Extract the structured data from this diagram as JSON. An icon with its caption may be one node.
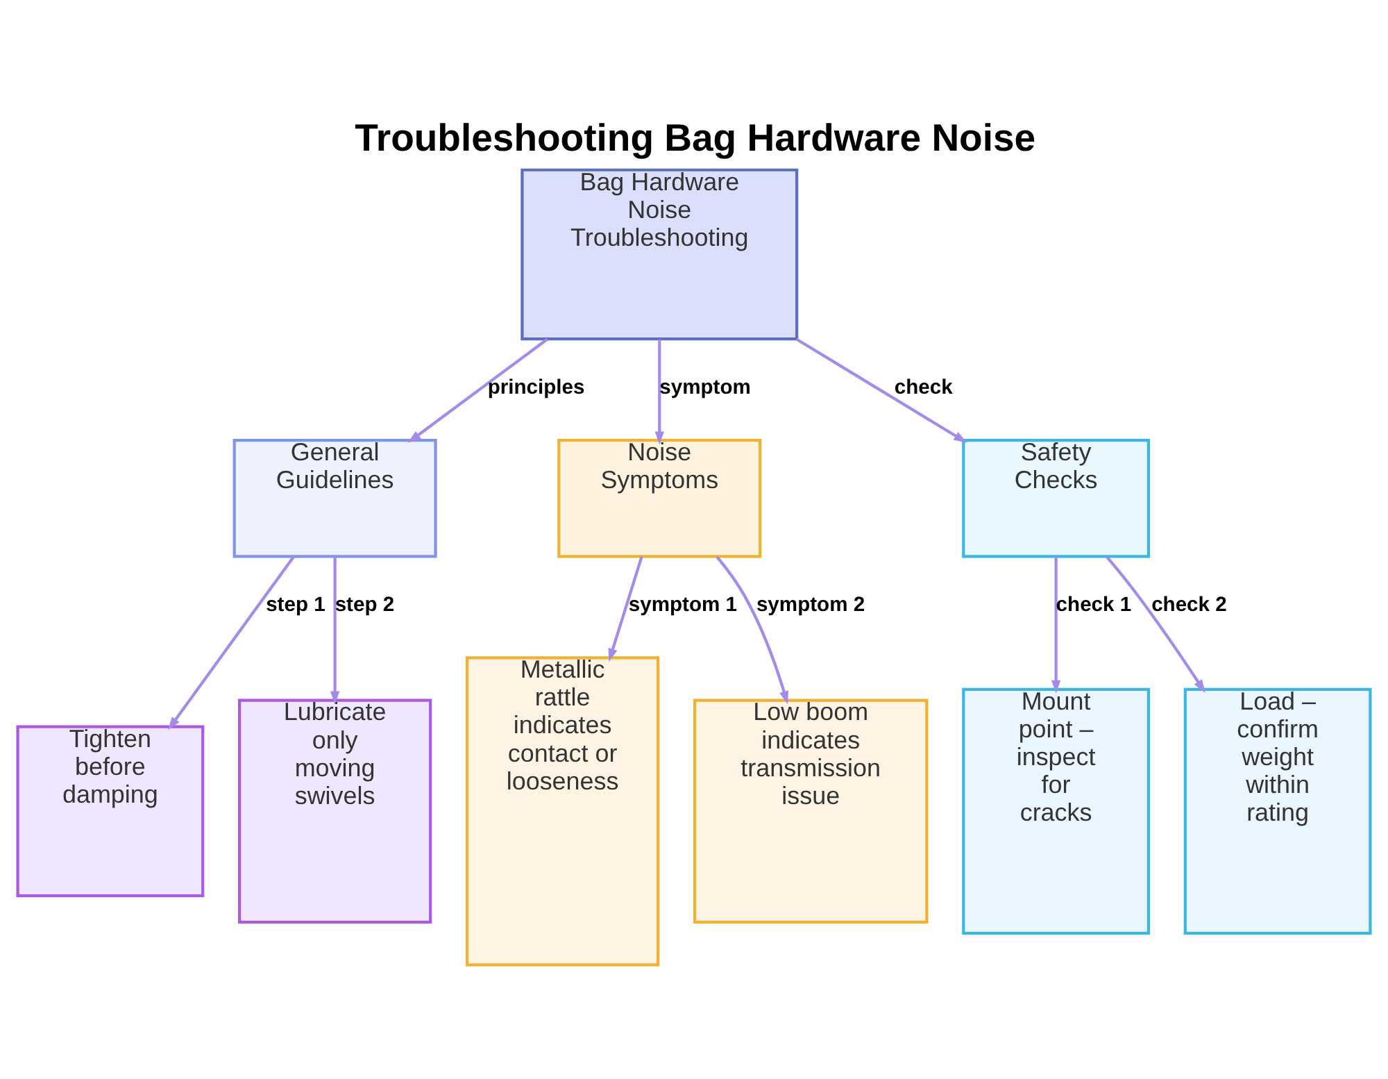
{
  "diagram": {
    "title": "Troubleshooting Bag Hardware Noise",
    "nodes": [
      {
        "text": [
          "Bag Hardware Noise Troubleshooting"
        ]
      },
      {
        "text": [
          "General Guidelines"
        ]
      },
      {
        "text": [
          "Noise Symptoms"
        ]
      },
      {
        "text": [
          "Safety Checks"
        ]
      },
      {
        "text": [
          "Tighten before damping"
        ]
      },
      {
        "text": [
          "Lubricate only moving swivels"
        ]
      },
      {
        "text": [
          "Metallic rattle indicates contact or looseness"
        ]
      },
      {
        "text": [
          "Low boom indicates transmission issue"
        ]
      },
      {
        "text": [
          "Mount point – inspect for cracks"
        ]
      },
      {
        "text": [
          "Load – confirm weight within rating"
        ]
      }
    ],
    "edges": [
      {
        "from": 0,
        "to": 1,
        "arrow": "to",
        "label": "principles"
      },
      {
        "from": 0,
        "to": 2,
        "arrow": "to",
        "label": "symptom"
      },
      {
        "from": 0,
        "to": 3,
        "arrow": "to",
        "label": "check"
      },
      {
        "from": 1,
        "to": 4,
        "arrow": "to",
        "label": "step 1"
      },
      {
        "from": 1,
        "to": 5,
        "arrow": "to",
        "label": "step 2"
      },
      {
        "from": 2,
        "to": 6,
        "arrow": "to",
        "label": "symptom 1"
      },
      {
        "from": 2,
        "to": 7,
        "arrow": "to",
        "label": "symptom 2"
      },
      {
        "from": 3,
        "to": 8,
        "arrow": "to",
        "label": "check 1"
      },
      {
        "from": 3,
        "to": 9,
        "arrow": "to",
        "label": "check 2"
      }
    ]
  }
}
